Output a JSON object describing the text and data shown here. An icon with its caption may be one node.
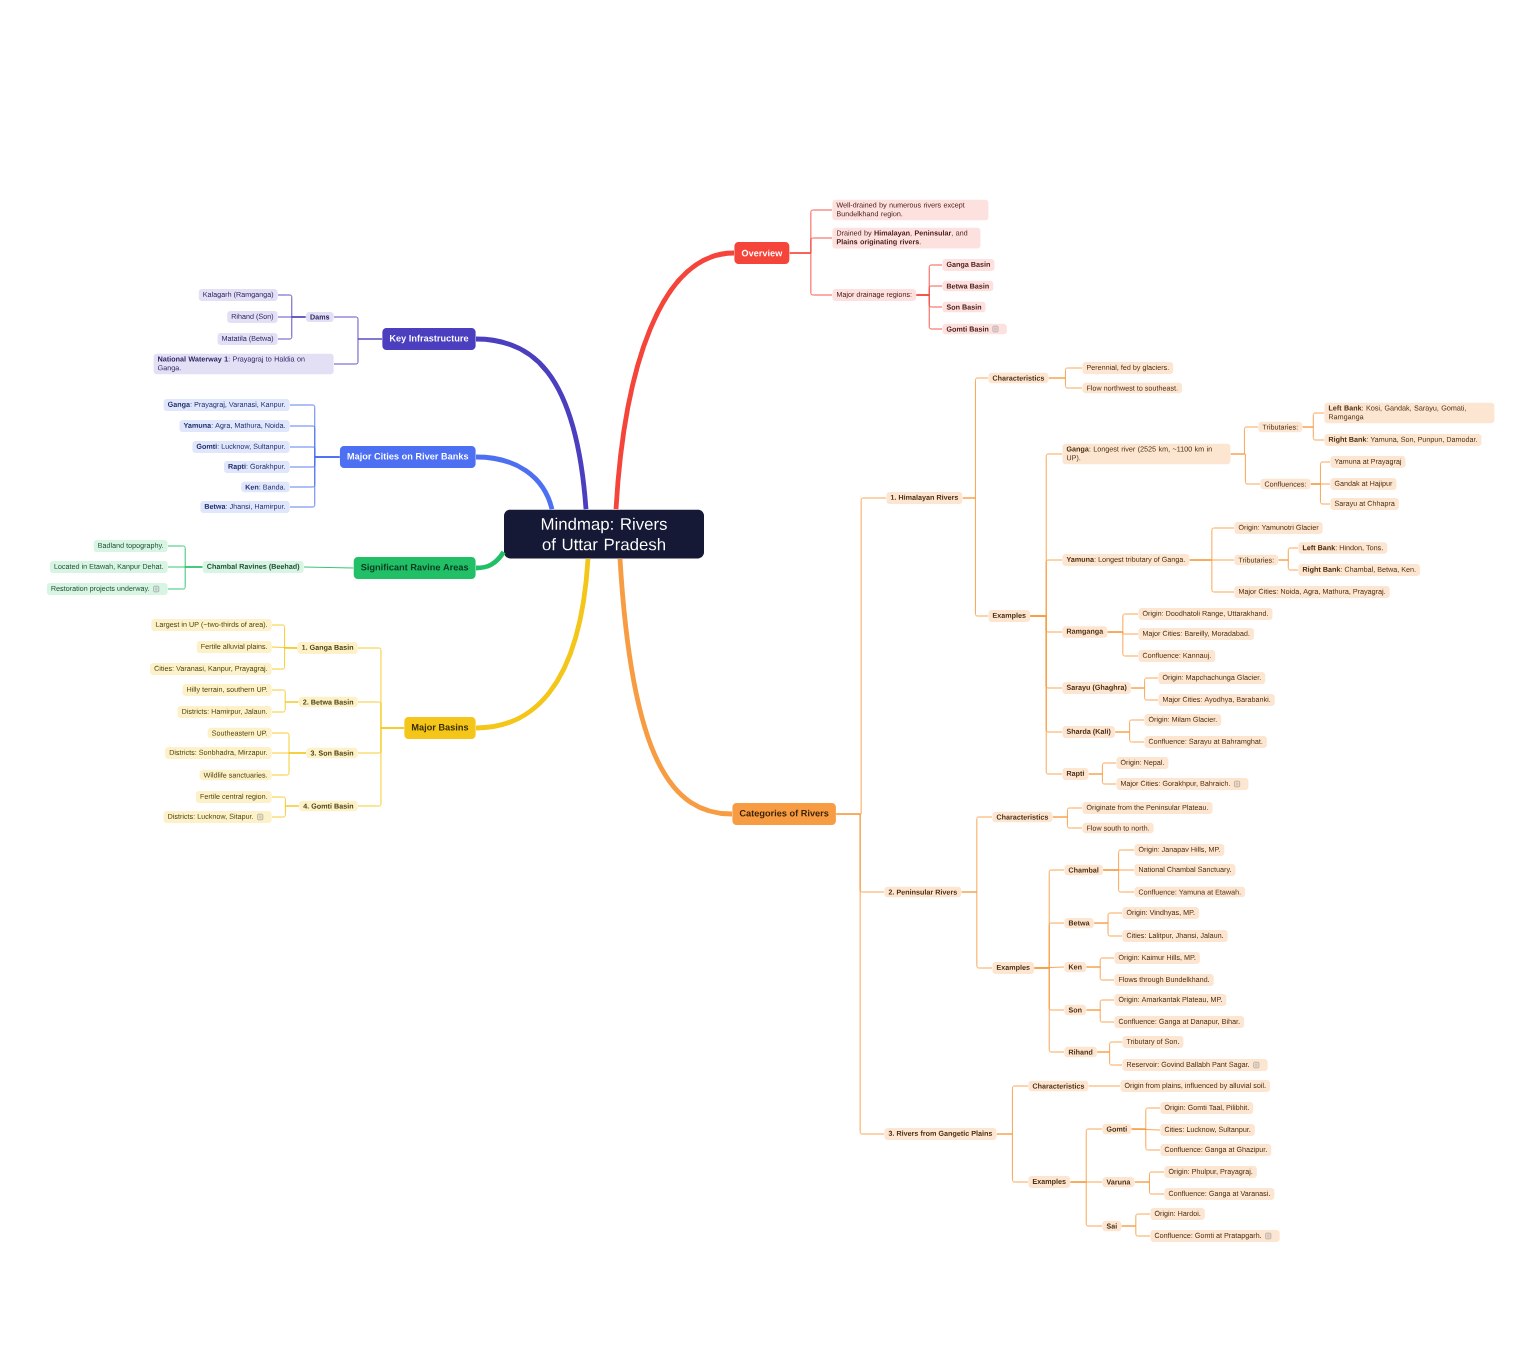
{
  "diagram": {
    "nodes": [
      {
        "text": [
          "Mindmap: Rivers of Uttar Pradesh"
        ]
      },
      {
        "text": [
          "**Overview**"
        ]
      },
      {
        "text": [
          "Well-drained by numerous rivers except Bundelkhand region."
        ]
      },
      {
        "text": [
          "Drained by **Himalayan**, **Peninsular**, and **Plains originating rivers**."
        ]
      },
      {
        "text": [
          "Major drainage regions:"
        ]
      },
      {
        "text": [
          "**Ganga Basin**"
        ]
      },
      {
        "text": [
          "**Betwa Basin**"
        ]
      },
      {
        "text": [
          "**Son Basin**"
        ]
      },
      {
        "text": [
          "**Gomti Basin**"
        ]
      },
      {
        "text": [
          "**Categories of Rivers**"
        ]
      },
      {
        "text": [
          "**1. Himalayan Rivers**"
        ]
      },
      {
        "text": [
          "**Characteristics**"
        ]
      },
      {
        "text": [
          "Perennial, fed by glaciers."
        ]
      },
      {
        "text": [
          "Flow northwest to southeast."
        ]
      },
      {
        "text": [
          "**Examples**"
        ]
      },
      {
        "text": [
          "**Ganga**: Longest river (2525 km, ~1100 km in UP)."
        ]
      },
      {
        "text": [
          "Tributaries:"
        ]
      },
      {
        "text": [
          "**Left Bank**: Kosi, Gandak, Sarayu, Gomati, Ramganga"
        ]
      },
      {
        "text": [
          "**Right Bank**: Yamuna, Son, Punpun, Damodar."
        ]
      },
      {
        "text": [
          "Confluences:"
        ]
      },
      {
        "text": [
          "Yamuna at Prayagraj"
        ]
      },
      {
        "text": [
          "Gandak at Hajipur"
        ]
      },
      {
        "text": [
          "Sarayu at Chhapra"
        ]
      },
      {
        "text": [
          "**Yamuna**: Longest tributary of Ganga."
        ]
      },
      {
        "text": [
          "Origin: Yamunotri Glacier"
        ]
      },
      {
        "text": [
          "Tributaries:"
        ]
      },
      {
        "text": [
          "**Left Bank**: Hindon, Tons."
        ]
      },
      {
        "text": [
          "**Right Bank**: Chambal, Betwa, Ken."
        ]
      },
      {
        "text": [
          "Major Cities: Noida, Agra, Mathura, Prayagraj."
        ]
      },
      {
        "text": [
          "**Ramganga**"
        ]
      },
      {
        "text": [
          "Origin: Doodhatoli Range, Uttarakhand."
        ]
      },
      {
        "text": [
          "Major Cities: Bareilly, Moradabad."
        ]
      },
      {
        "text": [
          "Confluence: Kannauj."
        ]
      },
      {
        "text": [
          "**Sarayu (Ghaghra)**"
        ]
      },
      {
        "text": [
          "Origin: Mapchachunga Glacier."
        ]
      },
      {
        "text": [
          "Major Cities: Ayodhya, Barabanki."
        ]
      },
      {
        "text": [
          "**Sharda (Kali)**"
        ]
      },
      {
        "text": [
          "Origin: Milam Glacier."
        ]
      },
      {
        "text": [
          "Confluence: Sarayu at Bahramghat."
        ]
      },
      {
        "text": [
          "**Rapti**"
        ]
      },
      {
        "text": [
          "Origin: Nepal."
        ]
      },
      {
        "text": [
          "Major Cities: Gorakhpur, Bahraich."
        ]
      },
      {
        "text": [
          "**2. Peninsular Rivers**"
        ]
      },
      {
        "text": [
          "**Characteristics**"
        ]
      },
      {
        "text": [
          "Originate from the Peninsular Plateau."
        ]
      },
      {
        "text": [
          "Flow south to north."
        ]
      },
      {
        "text": [
          "**Examples**"
        ]
      },
      {
        "text": [
          "**Chambal**"
        ]
      },
      {
        "text": [
          "Origin: Janapav Hills, MP."
        ]
      },
      {
        "text": [
          "National Chambal Sanctuary."
        ]
      },
      {
        "text": [
          "Confluence: Yamuna at Etawah."
        ]
      },
      {
        "text": [
          "**Betwa**"
        ]
      },
      {
        "text": [
          "Origin: Vindhyas, MP."
        ]
      },
      {
        "text": [
          "Cities: Lalitpur, Jhansi, Jalaun."
        ]
      },
      {
        "text": [
          "**Ken**"
        ]
      },
      {
        "text": [
          "Origin: Kaimur Hills, MP."
        ]
      },
      {
        "text": [
          "Flows through Bundelkhand."
        ]
      },
      {
        "text": [
          "**Son**"
        ]
      },
      {
        "text": [
          "Origin: Amarkantak Plateau, MP."
        ]
      },
      {
        "text": [
          "Confluence: Ganga at Danapur, Bihar."
        ]
      },
      {
        "text": [
          "**Rihand**"
        ]
      },
      {
        "text": [
          "Tributary of Son."
        ]
      },
      {
        "text": [
          "Reservoir: Govind Ballabh Pant Sagar."
        ]
      },
      {
        "text": [
          "**3. Rivers from Gangetic Plains**"
        ]
      },
      {
        "text": [
          "**Characteristics**"
        ]
      },
      {
        "text": [
          "Origin from plains, influenced by alluvial soil."
        ]
      },
      {
        "text": [
          "**Examples**"
        ]
      },
      {
        "text": [
          "**Gomti**"
        ]
      },
      {
        "text": [
          "Origin: Gomti Taal, Pilibhit."
        ]
      },
      {
        "text": [
          "Cities: Lucknow, Sultanpur."
        ]
      },
      {
        "text": [
          "Confluence: Ganga at Ghazipur."
        ]
      },
      {
        "text": [
          "**Varuna**"
        ]
      },
      {
        "text": [
          "Origin: Phulpur, Prayagraj."
        ]
      },
      {
        "text": [
          "Confluence: Ganga at Varanasi."
        ]
      },
      {
        "text": [
          "**Sai**"
        ]
      },
      {
        "text": [
          "Origin: Hardoi."
        ]
      },
      {
        "text": [
          "Confluence: Gomti at Pratapgarh."
        ]
      },
      {
        "text": [
          "**Key Infrastructure**"
        ]
      },
      {
        "text": [
          "**Dams**"
        ]
      },
      {
        "text": [
          "Kalagarh (Ramganga)"
        ]
      },
      {
        "text": [
          "Rihand (Son)"
        ]
      },
      {
        "text": [
          "Matatila (Betwa)"
        ]
      },
      {
        "text": [
          "**National Waterway 1**: Prayagraj to Haldia on Ganga."
        ]
      },
      {
        "text": [
          "**Major Cities on River Banks**"
        ]
      },
      {
        "text": [
          "**Ganga**: Prayagraj, Varanasi, Kanpur."
        ]
      },
      {
        "text": [
          "**Yamuna**: Agra, Mathura, Noida."
        ]
      },
      {
        "text": [
          "**Gomti**: Lucknow, Sultanpur."
        ]
      },
      {
        "text": [
          "**Rapti**: Gorakhpur."
        ]
      },
      {
        "text": [
          "**Ken**: Banda."
        ]
      },
      {
        "text": [
          "**Betwa**: Jhansi, Hamirpur."
        ]
      },
      {
        "text": [
          "**Significant Ravine Areas**"
        ]
      },
      {
        "text": [
          "**Chambal Ravines (Beehad)**"
        ]
      },
      {
        "text": [
          "Badland topography."
        ]
      },
      {
        "text": [
          "Located in Etawah, Kanpur Dehat."
        ]
      },
      {
        "text": [
          "Restoration projects underway."
        ]
      },
      {
        "text": [
          "**Major Basins**"
        ]
      },
      {
        "text": [
          "**1. Ganga Basin**"
        ]
      },
      {
        "text": [
          "Largest in UP (~two-thirds of area)."
        ]
      },
      {
        "text": [
          "Fertile alluvial plains."
        ]
      },
      {
        "text": [
          "Cities: Varanasi, Kanpur, Prayagraj."
        ]
      },
      {
        "text": [
          "**2. Betwa Basin**"
        ]
      },
      {
        "text": [
          "Hilly terrain, southern UP."
        ]
      },
      {
        "text": [
          "Districts: Hamirpur, Jalaun."
        ]
      },
      {
        "text": [
          "**3. Son Basin**"
        ]
      },
      {
        "text": [
          "Southeastern UP."
        ]
      },
      {
        "text": [
          "Districts: Sonbhadra, Mirzapur."
        ]
      },
      {
        "text": [
          "Wildlife sanctuaries."
        ]
      },
      {
        "text": [
          "**4. Gomti Basin**"
        ]
      },
      {
        "text": [
          "Fertile central region."
        ]
      },
      {
        "text": [
          "Districts: Lucknow, Sitapur."
        ]
      }
    ],
    "edges": [
      {
        "from": 0,
        "to": 1,
        "arrow": "none",
        "style": "thick",
        "color": "#f5453b"
      },
      {
        "from": 1,
        "to": 2,
        "arrow": "none",
        "color": "#f5453b"
      },
      {
        "from": 1,
        "to": 3,
        "arrow": "none",
        "color": "#f5453b"
      },
      {
        "from": 1,
        "to": 4,
        "arrow": "none",
        "color": "#f5453b"
      },
      {
        "from": 4,
        "to": 5,
        "arrow": "none",
        "color": "#f5453b"
      },
      {
        "from": 4,
        "to": 6,
        "arrow": "none",
        "color": "#f5453b"
      },
      {
        "from": 4,
        "to": 7,
        "arrow": "none",
        "color": "#f5453b"
      },
      {
        "from": 4,
        "to": 8,
        "arrow": "none",
        "color": "#f5453b"
      },
      {
        "from": 0,
        "to": 9,
        "arrow": "none",
        "style": "thick"
      },
      {
        "from": 9,
        "to": 10,
        "arrow": "none"
      },
      {
        "from": 10,
        "to": 11,
        "arrow": "none"
      },
      {
        "from": 11,
        "to": 12,
        "arrow": "none"
      },
      {
        "from": 11,
        "to": 13,
        "arrow": "none"
      },
      {
        "from": 10,
        "to": 14,
        "arrow": "none"
      },
      {
        "from": 14,
        "to": 15,
        "arrow": "none"
      },
      {
        "from": 15,
        "to": 16,
        "arrow": "none"
      },
      {
        "from": 16,
        "to": 17,
        "arrow": "none"
      },
      {
        "from": 16,
        "to": 18,
        "arrow": "none"
      },
      {
        "from": 15,
        "to": 19,
        "arrow": "none"
      },
      {
        "from": 19,
        "to": 20,
        "arrow": "none"
      },
      {
        "from": 19,
        "to": 21,
        "arrow": "none"
      },
      {
        "from": 19,
        "to": 22,
        "arrow": "none"
      },
      {
        "from": 14,
        "to": 23,
        "arrow": "none"
      },
      {
        "from": 23,
        "to": 24,
        "arrow": "none"
      },
      {
        "from": 23,
        "to": 25,
        "arrow": "none"
      },
      {
        "from": 25,
        "to": 26,
        "arrow": "none"
      },
      {
        "from": 25,
        "to": 27,
        "arrow": "none"
      },
      {
        "from": 23,
        "to": 28,
        "arrow": "none"
      },
      {
        "from": 14,
        "to": 29,
        "arrow": "none"
      },
      {
        "from": 29,
        "to": 30,
        "arrow": "none"
      },
      {
        "from": 29,
        "to": 31,
        "arrow": "none"
      },
      {
        "from": 29,
        "to": 32,
        "arrow": "none"
      },
      {
        "from": 14,
        "to": 33,
        "arrow": "none"
      },
      {
        "from": 33,
        "to": 34,
        "arrow": "none"
      },
      {
        "from": 33,
        "to": 35,
        "arrow": "none"
      },
      {
        "from": 14,
        "to": 36,
        "arrow": "none"
      },
      {
        "from": 36,
        "to": 37,
        "arrow": "none"
      },
      {
        "from": 36,
        "to": 38,
        "arrow": "none"
      },
      {
        "from": 14,
        "to": 39,
        "arrow": "none"
      },
      {
        "from": 39,
        "to": 40,
        "arrow": "none"
      },
      {
        "from": 39,
        "to": 41,
        "arrow": "none"
      },
      {
        "from": 9,
        "to": 42,
        "arrow": "none"
      },
      {
        "from": 42,
        "to": 43,
        "arrow": "none"
      },
      {
        "from": 43,
        "to": 44,
        "arrow": "none"
      },
      {
        "from": 43,
        "to": 45,
        "arrow": "none"
      },
      {
        "from": 42,
        "to": 46,
        "arrow": "none"
      },
      {
        "from": 46,
        "to": 47,
        "arrow": "none"
      },
      {
        "from": 47,
        "to": 48,
        "arrow": "none"
      },
      {
        "from": 47,
        "to": 49,
        "arrow": "none"
      },
      {
        "from": 47,
        "to": 50,
        "arrow": "none"
      },
      {
        "from": 46,
        "to": 51,
        "arrow": "none"
      },
      {
        "from": 51,
        "to": 52,
        "arrow": "none"
      },
      {
        "from": 51,
        "to": 53,
        "arrow": "none"
      },
      {
        "from": 46,
        "to": 54,
        "arrow": "none"
      },
      {
        "from": 54,
        "to": 55,
        "arrow": "none"
      },
      {
        "from": 54,
        "to": 56,
        "arrow": "none"
      },
      {
        "from": 46,
        "to": 57,
        "arrow": "none"
      },
      {
        "from": 57,
        "to": 58,
        "arrow": "none"
      },
      {
        "from": 57,
        "to": 59,
        "arrow": "none"
      },
      {
        "from": 46,
        "to": 60,
        "arrow": "none"
      },
      {
        "from": 60,
        "to": 61,
        "arrow": "none"
      },
      {
        "from": 60,
        "to": 62,
        "arrow": "none"
      },
      {
        "from": 9,
        "to": 63,
        "arrow": "none"
      },
      {
        "from": 63,
        "to": 64,
        "arrow": "none"
      },
      {
        "from": 64,
        "to": 65,
        "arrow": "none"
      },
      {
        "from": 63,
        "to": 66,
        "arrow": "none"
      },
      {
        "from": 66,
        "to": 67,
        "arrow": "none"
      },
      {
        "from": 67,
        "to": 68,
        "arrow": "none"
      },
      {
        "from": 67,
        "to": 69,
        "arrow": "none"
      },
      {
        "from": 67,
        "to": 70,
        "arrow": "none"
      },
      {
        "from": 66,
        "to": 71,
        "arrow": "none"
      },
      {
        "from": 71,
        "to": 72,
        "arrow": "none"
      },
      {
        "from": 71,
        "to": 73,
        "arrow": "none"
      },
      {
        "from": 66,
        "to": 74,
        "arrow": "none"
      },
      {
        "from": 74,
        "to": 75,
        "arrow": "none"
      },
      {
        "from": 74,
        "to": 76,
        "arrow": "none"
      },
      {
        "from": 0,
        "to": 77,
        "arrow": "none",
        "style": "thick",
        "color": "#4b3fbf"
      },
      {
        "from": 77,
        "to": 78,
        "arrow": "none",
        "color": "#4b3fbf"
      },
      {
        "from": 78,
        "to": 79,
        "arrow": "none",
        "color": "#4b3fbf"
      },
      {
        "from": 78,
        "to": 80,
        "arrow": "none",
        "color": "#4b3fbf"
      },
      {
        "from": 78,
        "to": 81,
        "arrow": "none",
        "color": "#4b3fbf"
      },
      {
        "from": 77,
        "to": 82,
        "arrow": "none",
        "color": "#4b3fbf"
      },
      {
        "from": 0,
        "to": 83,
        "arrow": "none",
        "style": "thick",
        "color": "#4d70f3"
      },
      {
        "from": 83,
        "to": 84,
        "arrow": "none",
        "color": "#4d70f3"
      },
      {
        "from": 83,
        "to": 85,
        "arrow": "none",
        "color": "#4d70f3"
      },
      {
        "from": 83,
        "to": 86,
        "arrow": "none",
        "color": "#4d70f3"
      },
      {
        "from": 83,
        "to": 87,
        "arrow": "none",
        "color": "#4d70f3"
      },
      {
        "from": 83,
        "to": 88,
        "arrow": "none",
        "color": "#4d70f3"
      },
      {
        "from": 83,
        "to": 89,
        "arrow": "none",
        "color": "#4d70f3"
      },
      {
        "from": 0,
        "to": 90,
        "arrow": "none",
        "style": "thick",
        "color": "#21c067"
      },
      {
        "from": 90,
        "to": 91,
        "arrow": "none",
        "color": "#21c067"
      },
      {
        "from": 91,
        "to": 92,
        "arrow": "none",
        "color": "#21c067"
      },
      {
        "from": 91,
        "to": 93,
        "arrow": "none",
        "color": "#21c067"
      },
      {
        "from": 91,
        "to": 94,
        "arrow": "none",
        "color": "#21c067"
      },
      {
        "from": 0,
        "to": 95,
        "arrow": "none",
        "style": "thick",
        "color": "#f4c61a"
      },
      {
        "from": 95,
        "to": 96,
        "arrow": "none",
        "color": "#f4c61a"
      },
      {
        "from": 96,
        "to": 97,
        "arrow": "none",
        "color": "#f4c61a"
      },
      {
        "from": 96,
        "to": 98,
        "arrow": "none",
        "color": "#f4c61a"
      },
      {
        "from": 96,
        "to": 99,
        "arrow": "none",
        "color": "#f4c61a"
      },
      {
        "from": 95,
        "to": 100,
        "arrow": "none",
        "color": "#f4c61a"
      },
      {
        "from": 100,
        "to": 101,
        "arrow": "none",
        "color": "#f4c61a"
      },
      {
        "from": 100,
        "to": 102,
        "arrow": "none",
        "color": "#f4c61a"
      },
      {
        "from": 95,
        "to": 103,
        "arrow": "none",
        "color": "#f4c61a"
      },
      {
        "from": 103,
        "to": 104,
        "arrow": "none",
        "color": "#f4c61a"
      },
      {
        "from": 103,
        "to": 105,
        "arrow": "none",
        "color": "#f4c61a"
      },
      {
        "from": 103,
        "to": 106,
        "arrow": "none",
        "color": "#f4c61a"
      },
      {
        "from": 95,
        "to": 107,
        "arrow": "none",
        "color": "#f4c61a"
      },
      {
        "from": 107,
        "to": 108,
        "arrow": "none",
        "color": "#f4c61a"
      },
      {
        "from": 107,
        "to": 109,
        "arrow": "none",
        "color": "#f4c61a"
      }
    ]
  }
}
